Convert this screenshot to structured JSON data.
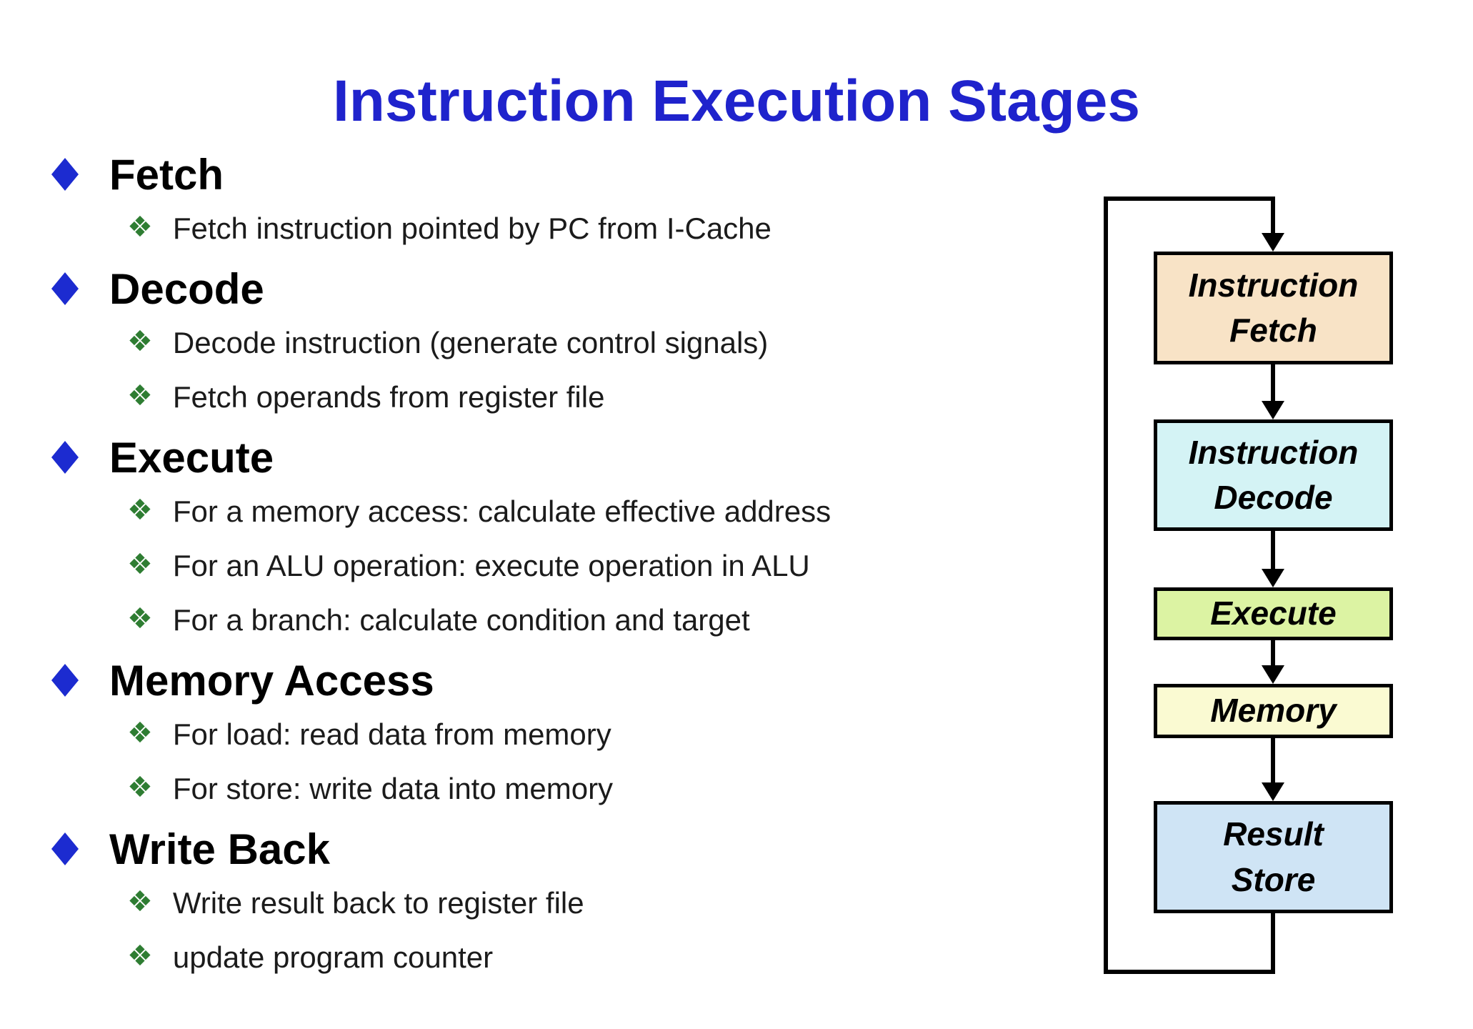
{
  "title": {
    "text": "Instruction Execution Stages",
    "color": "#1f23cc"
  },
  "list": {
    "heading_bullet": {
      "icon": "diamond-bullet",
      "color": "#1c2bd0"
    },
    "item_bullet": {
      "icon": "four-diamond-bullet",
      "glyph": "❖",
      "color": "#2e7d32"
    },
    "sections": [
      {
        "heading": "Fetch",
        "items": [
          "Fetch instruction pointed by PC from I-Cache"
        ]
      },
      {
        "heading": "Decode",
        "items": [
          "Decode instruction (generate control signals)",
          "Fetch operands from register file"
        ]
      },
      {
        "heading": "Execute",
        "items": [
          "For a memory access: calculate effective address",
          "For an ALU operation: execute operation in ALU",
          "For a branch: calculate condition and target"
        ]
      },
      {
        "heading": "Memory Access",
        "items": [
          "For load: read data from memory",
          "For store: write data into memory"
        ]
      },
      {
        "heading": "Write Back",
        "items": [
          "Write result back to register file",
          "update program counter"
        ]
      }
    ]
  },
  "flowchart": {
    "connector_color": "#000000",
    "loop_back_to_first": true,
    "sequence": [
      "Instruction Fetch",
      "Instruction Decode",
      "Execute",
      "Memory",
      "Result Store"
    ],
    "nodes": [
      {
        "id": "instruction-fetch",
        "label_lines": [
          "Instruction",
          "Fetch"
        ],
        "fill": "#f8e3c6"
      },
      {
        "id": "instruction-decode",
        "label_lines": [
          "Instruction",
          "Decode"
        ],
        "fill": "#d4f3f5"
      },
      {
        "id": "execute",
        "label_lines": [
          "Execute"
        ],
        "fill": "#dcf3a3"
      },
      {
        "id": "memory",
        "label_lines": [
          "Memory"
        ],
        "fill": "#fafad2"
      },
      {
        "id": "result-store",
        "label_lines": [
          "Result",
          "Store"
        ],
        "fill": "#cfe4f5"
      }
    ]
  }
}
